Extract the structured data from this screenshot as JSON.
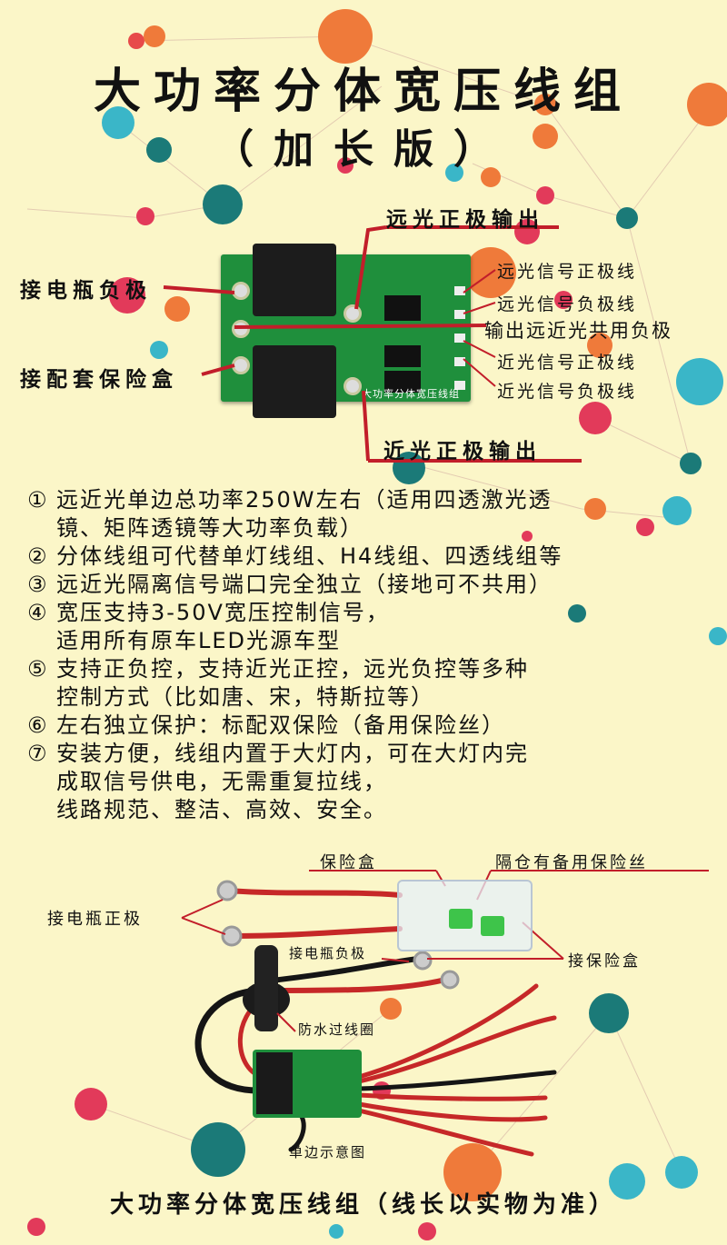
{
  "header": {
    "title_line1": "大功率分体宽压线组",
    "title_line2": "（加长版）"
  },
  "board_labels": {
    "high_beam_positive_output": "远光正极输出",
    "low_beam_positive_output": "近光正极输出",
    "battery_negative": "接电瓶负极",
    "fuse_box": "接配套保险盒",
    "high_signal_positive": "远光信号正极线",
    "high_signal_negative": "远光信号负极线",
    "shared_negative": "输出远近光共用负极",
    "low_signal_positive": "近光信号正极线",
    "low_signal_negative": "近光信号负极线",
    "board_silkscreen": "大功率分体宽压线组"
  },
  "features": [
    {
      "num": "①",
      "lines": [
        "远近光单边总功率250W左右（适用四透激光透",
        "镜、矩阵透镜等大功率负载）"
      ]
    },
    {
      "num": "②",
      "lines": [
        "分体线组可代替单灯线组、H4线组、四透线组等"
      ]
    },
    {
      "num": "③",
      "lines": [
        "远近光隔离信号端口完全独立（接地可不共用）"
      ]
    },
    {
      "num": "④",
      "lines": [
        "宽压支持3-50V宽压控制信号，",
        "适用所有原车LED光源车型"
      ]
    },
    {
      "num": "⑤",
      "lines": [
        "支持正负控，支持近光正控，远光负控等多种",
        "控制方式（比如唐、宋，特斯拉等）"
      ]
    },
    {
      "num": "⑥",
      "lines": [
        "左右独立保护：标配双保险（备用保险丝）"
      ]
    },
    {
      "num": "⑦",
      "lines": [
        "安装方便，线组内置于大灯内，可在大灯内完",
        "成取信号供电，无需重复拉线，",
        "线路规范、整洁、高效、安全。"
      ]
    }
  ],
  "harness_labels": {
    "fuse_box": "保险盒",
    "spare_fuse": "隔仓有备用保险丝",
    "battery_positive": "接电瓶正极",
    "battery_negative": "接电瓶负极",
    "to_fuse_box": "接保险盒",
    "grommet": "防水过线圈",
    "diagram_caption": "单边示意图"
  },
  "footer": "大功率分体宽压线组（线长以实物为准）"
}
